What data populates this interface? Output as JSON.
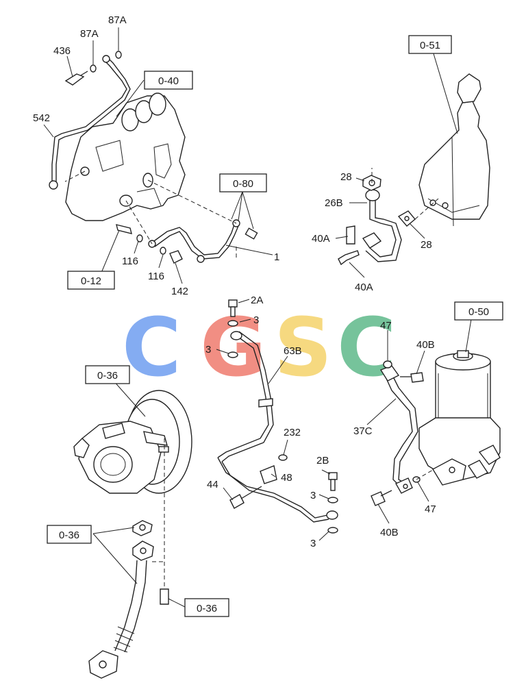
{
  "watermark": {
    "letters": [
      "C",
      "G",
      "S",
      "C"
    ],
    "colors": [
      "#6f9ef0",
      "#ef7b6e",
      "#f5d36a",
      "#5fb98a"
    ]
  },
  "boxes": {
    "b040": "0-40",
    "b051": "0-51",
    "b080": "0-80",
    "b012": "0-12",
    "b050": "0-50",
    "b036a": "0-36",
    "b036b": "0-36",
    "b036c": "0-36"
  },
  "labels": {
    "l87A_top": "87A",
    "l87A_mid": "87A",
    "l436": "436",
    "l542": "542",
    "l1": "1",
    "l116a": "116",
    "l116b": "116",
    "l142": "142",
    "l28a": "28",
    "l26B": "26B",
    "l40A_a": "40A",
    "l40A_b": "40A",
    "l28b": "28",
    "l2A": "2A",
    "l3a": "3",
    "l3b": "3",
    "l63B": "63B",
    "l232": "232",
    "l48": "48",
    "l44": "44",
    "l2B": "2B",
    "l3c": "3",
    "l3d": "3",
    "l47a": "47",
    "l40B_a": "40B",
    "l37C": "37C",
    "l47b": "47",
    "l40B_b": "40B"
  }
}
